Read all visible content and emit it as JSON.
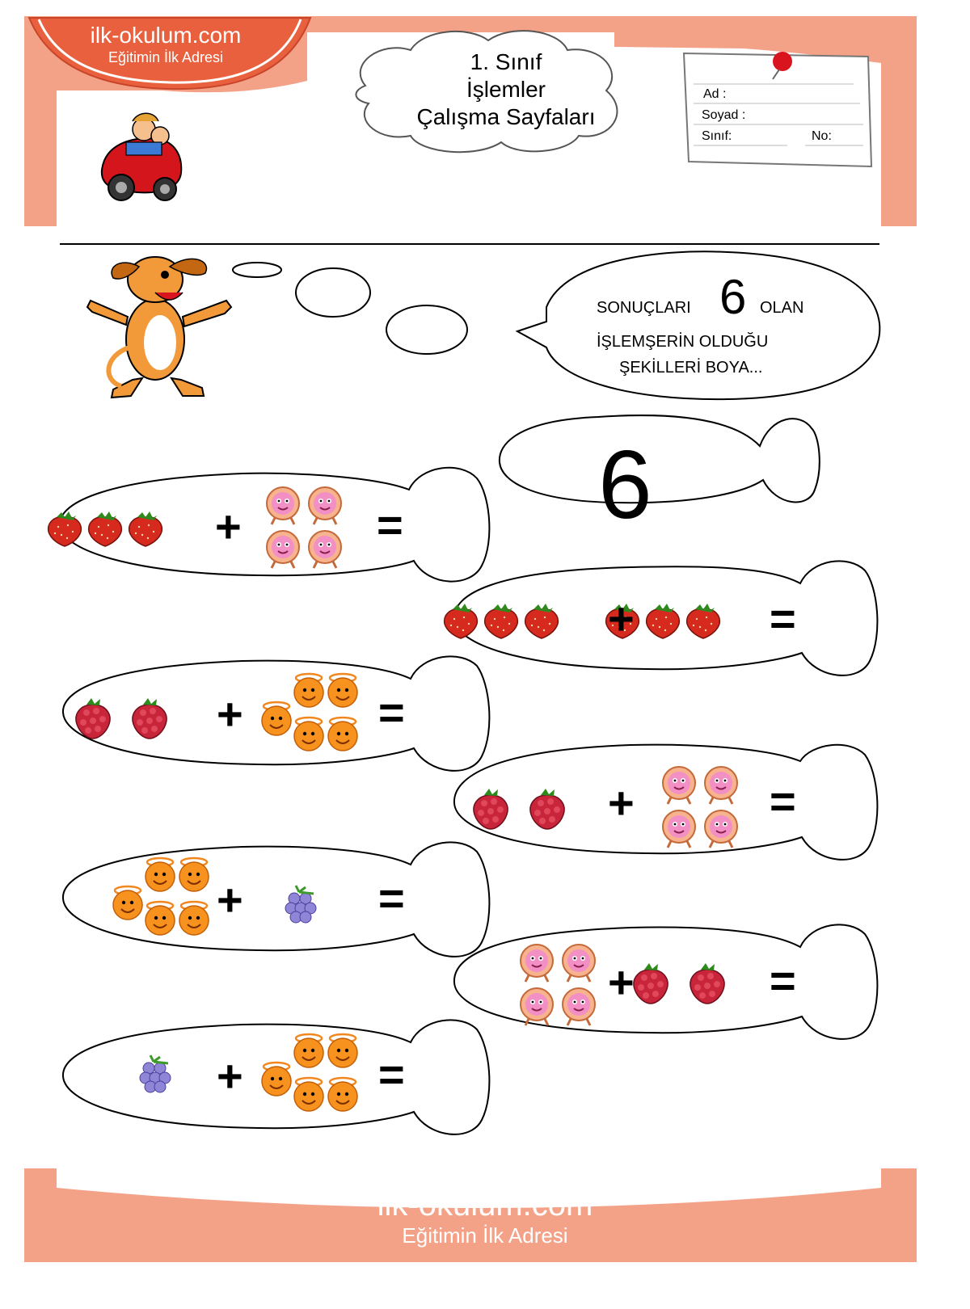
{
  "header": {
    "site": "ilk-okulum.com",
    "tagline": "Eğitimin İlk Adresi",
    "title_lines": [
      "1. Sınıf",
      "İşlemler",
      "Çalışma Sayfaları"
    ],
    "accent": "#f4a287",
    "form": {
      "name": "Ad :",
      "surname": "Soyad :",
      "class": "Sınıf:",
      "number": "No:"
    }
  },
  "instruction": {
    "before": "SONUÇLARI",
    "number": "6",
    "after": "OLAN",
    "line2": "İŞLEMŞERİN OLDUĞU",
    "line3": "ŞEKİLLERİ BOYA..."
  },
  "target_number": "6",
  "operators": {
    "plus": "+",
    "equals": "="
  },
  "problems": [
    {
      "left": {
        "item": "strawberry",
        "count": 3
      },
      "right": {
        "item": "donut",
        "count": 4
      }
    },
    {
      "left": {
        "item": "strawberry",
        "count": 3
      },
      "right": {
        "item": "strawberry",
        "count": 3
      }
    },
    {
      "left": {
        "item": "raspberry",
        "count": 2
      },
      "right": {
        "item": "orange",
        "count": 5
      }
    },
    {
      "left": {
        "item": "raspberry",
        "count": 2
      },
      "right": {
        "item": "donut",
        "count": 4
      }
    },
    {
      "left": {
        "item": "orange",
        "count": 5
      },
      "right": {
        "item": "grapes",
        "count": 1
      }
    },
    {
      "left": {
        "item": "donut",
        "count": 4
      },
      "right": {
        "item": "raspberry",
        "count": 2
      }
    },
    {
      "left": {
        "item": "grapes",
        "count": 1
      },
      "right": {
        "item": "orange",
        "count": 5
      }
    }
  ],
  "footer": {
    "site": "ilk-okulum.com",
    "tagline": "Eğitimin İlk Adresi"
  }
}
